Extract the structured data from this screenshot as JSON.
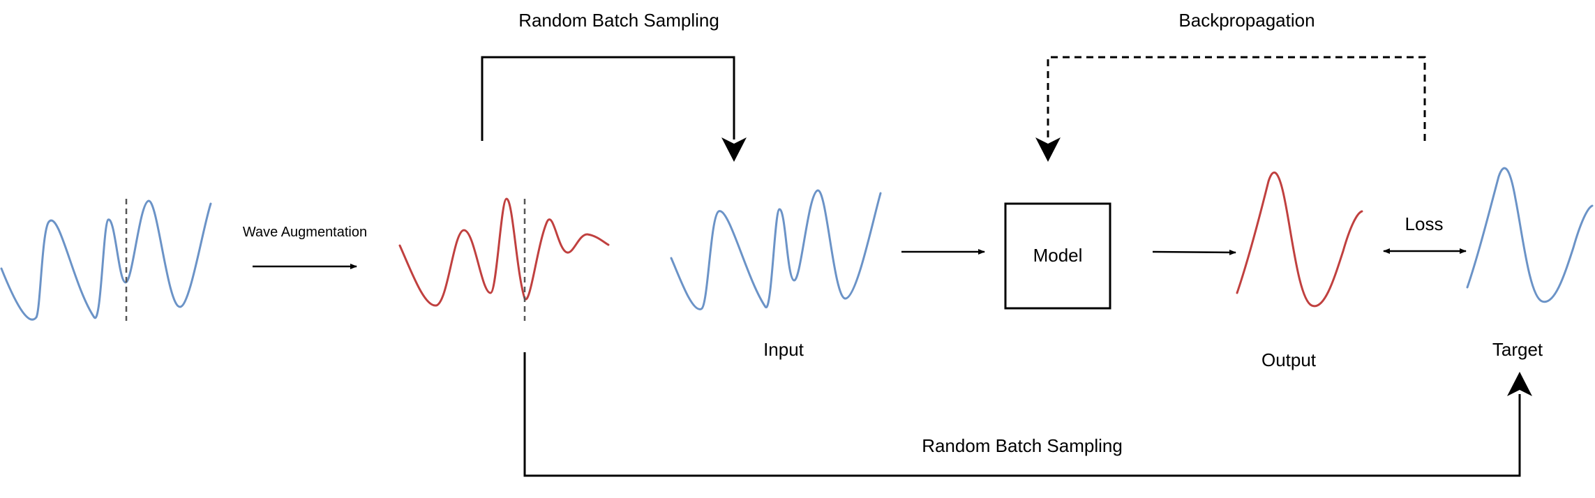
{
  "labels": {
    "wave_augmentation": "Wave Augmentation",
    "random_batch_sampling_top": "Random Batch Sampling",
    "backpropagation": "Backpropagation",
    "model": "Model",
    "loss": "Loss",
    "input": "Input",
    "output": "Output",
    "target": "Target",
    "random_batch_sampling_bottom": "Random Batch Sampling"
  },
  "colors": {
    "original_wave": "#6b93c7",
    "augmented_wave": "#c0403f",
    "line": "#000000",
    "cut_line": "#555555"
  }
}
